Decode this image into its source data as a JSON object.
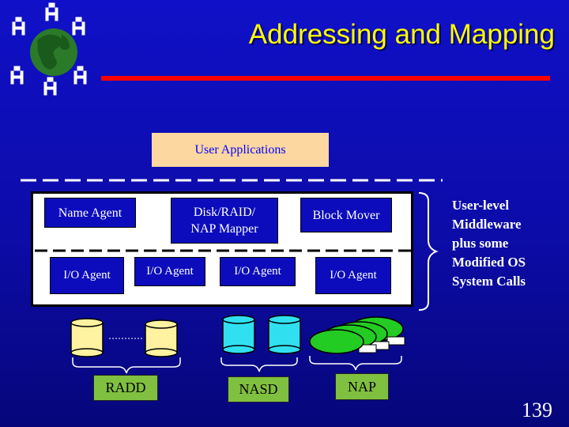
{
  "slide": {
    "title": "Addressing and Mapping",
    "page_number": "139",
    "colors": {
      "background": "#0c0cbc",
      "title": "#ffff00",
      "rule": "#ff0000",
      "label_box": "#80c040",
      "app_box": "#fdd7a0"
    }
  },
  "logo": {
    "icon": "globe-with-people-icon"
  },
  "diagram": {
    "user_applications": "User Applications",
    "name_agent": "Name Agent",
    "mapper_line1": "Disk/RAID/",
    "mapper_line2": "NAP Mapper",
    "block_mover": "Block Mover",
    "io_agents": [
      "I/O Agent",
      "I/O Agent",
      "I/O Agent",
      "I/O Agent"
    ],
    "side_note_lines": [
      "User-level",
      "Middleware",
      "plus some",
      "Modified OS",
      "System Calls"
    ],
    "storage_labels": {
      "radd": "RADD",
      "nasd": "NASD",
      "nap": "NAP"
    },
    "device_icons": [
      "disk-cylinder-icon",
      "nasd-cylinder-icon",
      "nap-disc-icon"
    ]
  }
}
